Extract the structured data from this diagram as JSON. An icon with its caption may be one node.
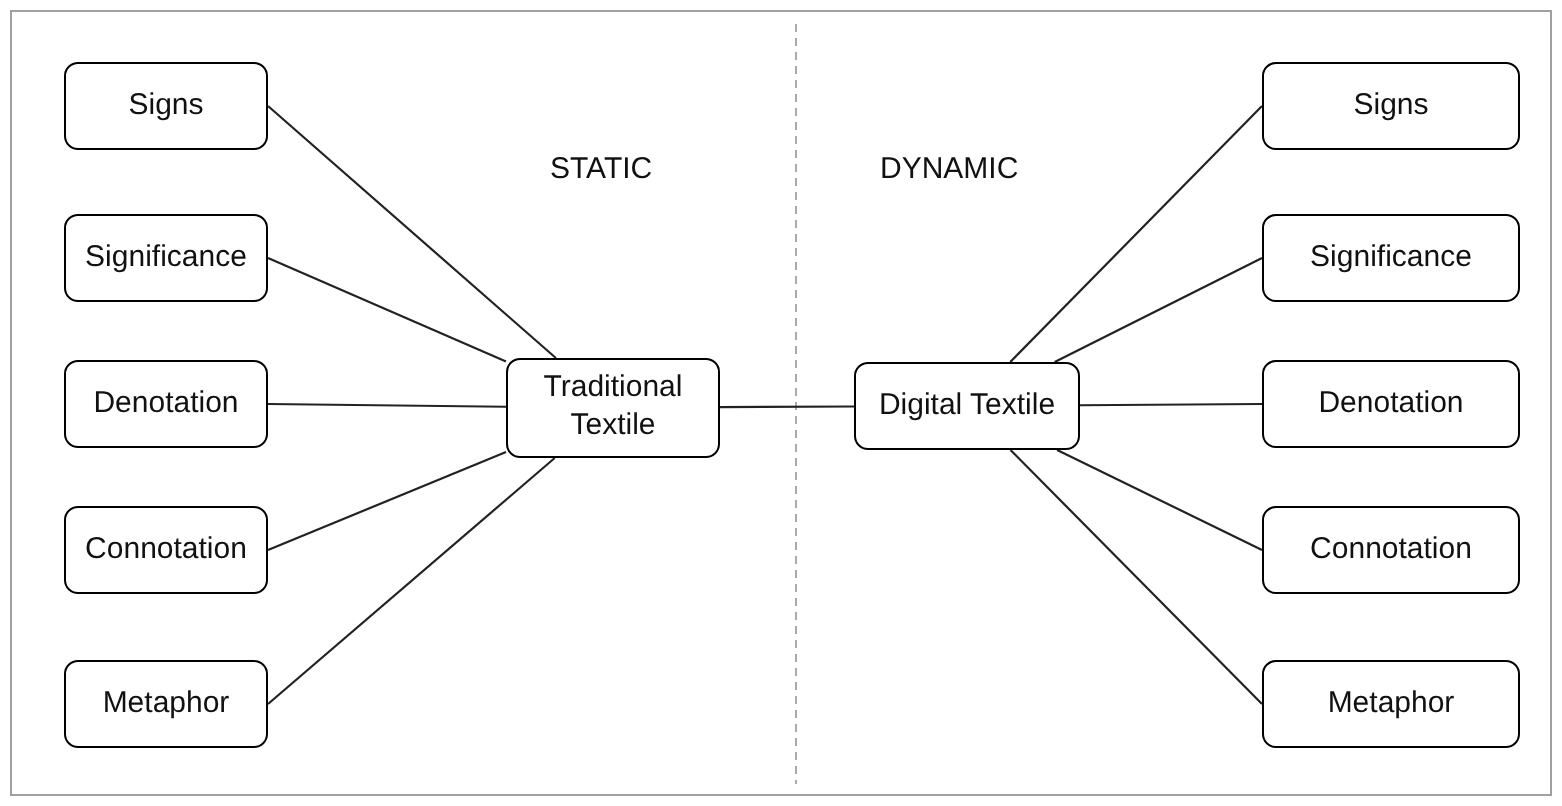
{
  "diagram": {
    "nodes": [
      {
        "text": [
          "Signs"
        ]
      },
      {
        "text": [
          "Significance"
        ]
      },
      {
        "text": [
          "Denotation"
        ]
      },
      {
        "text": [
          "Connotation"
        ]
      },
      {
        "text": [
          "Metaphor"
        ]
      },
      {
        "text": [
          "Traditional Textile"
        ]
      },
      {
        "text": [
          "Digital Textile"
        ]
      },
      {
        "text": [
          "Signs"
        ]
      },
      {
        "text": [
          "Significance"
        ]
      },
      {
        "text": [
          "Denotation"
        ]
      },
      {
        "text": [
          "Connotation"
        ]
      },
      {
        "text": [
          "Metaphor"
        ]
      }
    ],
    "edges": [
      {
        "from": 0,
        "to": 5,
        "arrow": "none"
      },
      {
        "from": 1,
        "to": 5,
        "arrow": "none"
      },
      {
        "from": 2,
        "to": 5,
        "arrow": "none"
      },
      {
        "from": 3,
        "to": 5,
        "arrow": "none"
      },
      {
        "from": 4,
        "to": 5,
        "arrow": "none"
      },
      {
        "from": 5,
        "to": 6,
        "arrow": "none"
      },
      {
        "from": 6,
        "to": 7,
        "arrow": "none"
      },
      {
        "from": 6,
        "to": 8,
        "arrow": "none"
      },
      {
        "from": 6,
        "to": 9,
        "arrow": "none"
      },
      {
        "from": 6,
        "to": 10,
        "arrow": "none"
      },
      {
        "from": 6,
        "to": 11,
        "arrow": "none"
      }
    ],
    "labels": [
      "STATIC",
      "DYNAMIC"
    ]
  }
}
